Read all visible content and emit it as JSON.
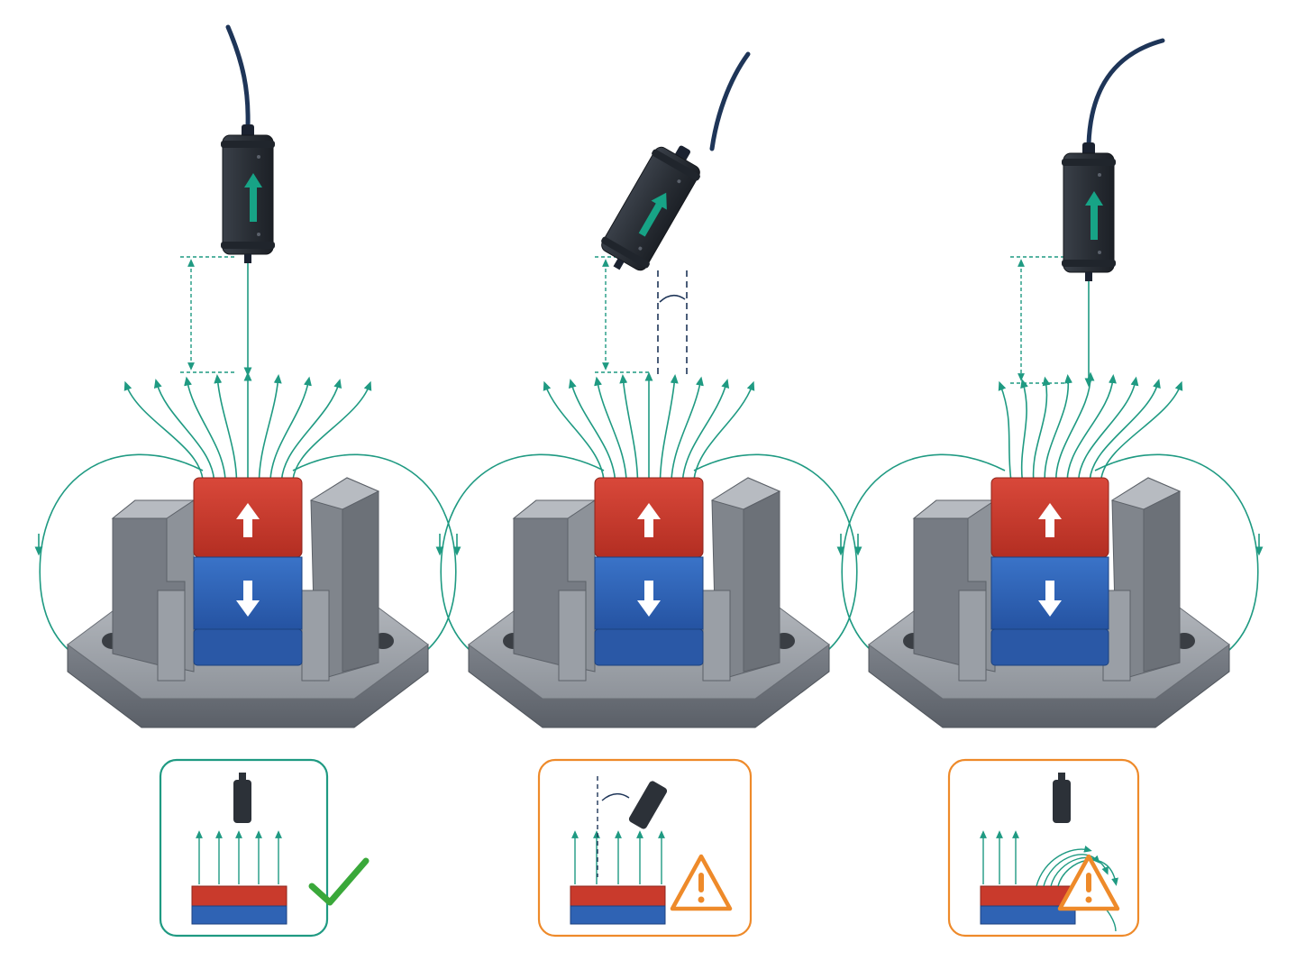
{
  "colors": {
    "field": "#1f9a82",
    "north": "#c93a2c",
    "south": "#2f63b4",
    "steel_light": "#9ea3aa",
    "steel_mid": "#7f858d",
    "steel_dark": "#5f656d",
    "sensor_body": "#2c3138",
    "cable": "#1e3558",
    "ok": "#1f9a82",
    "warn": "#ee8a2a",
    "check": "#3aa83a",
    "guide": "#1e3558"
  },
  "panels": [
    {
      "scenario": "aligned",
      "status_icon": "check-icon",
      "frame_color": "#1f9a82"
    },
    {
      "scenario": "tilted",
      "status_icon": "warning-icon",
      "frame_color": "#ee8a2a"
    },
    {
      "scenario": "offset",
      "status_icon": "warning-icon",
      "frame_color": "#ee8a2a"
    }
  ],
  "marks": {
    "magnet_pole_arrows": [
      "up-arrow-icon",
      "down-arrow-icon"
    ],
    "sensor_marking": "arrow-icon"
  }
}
